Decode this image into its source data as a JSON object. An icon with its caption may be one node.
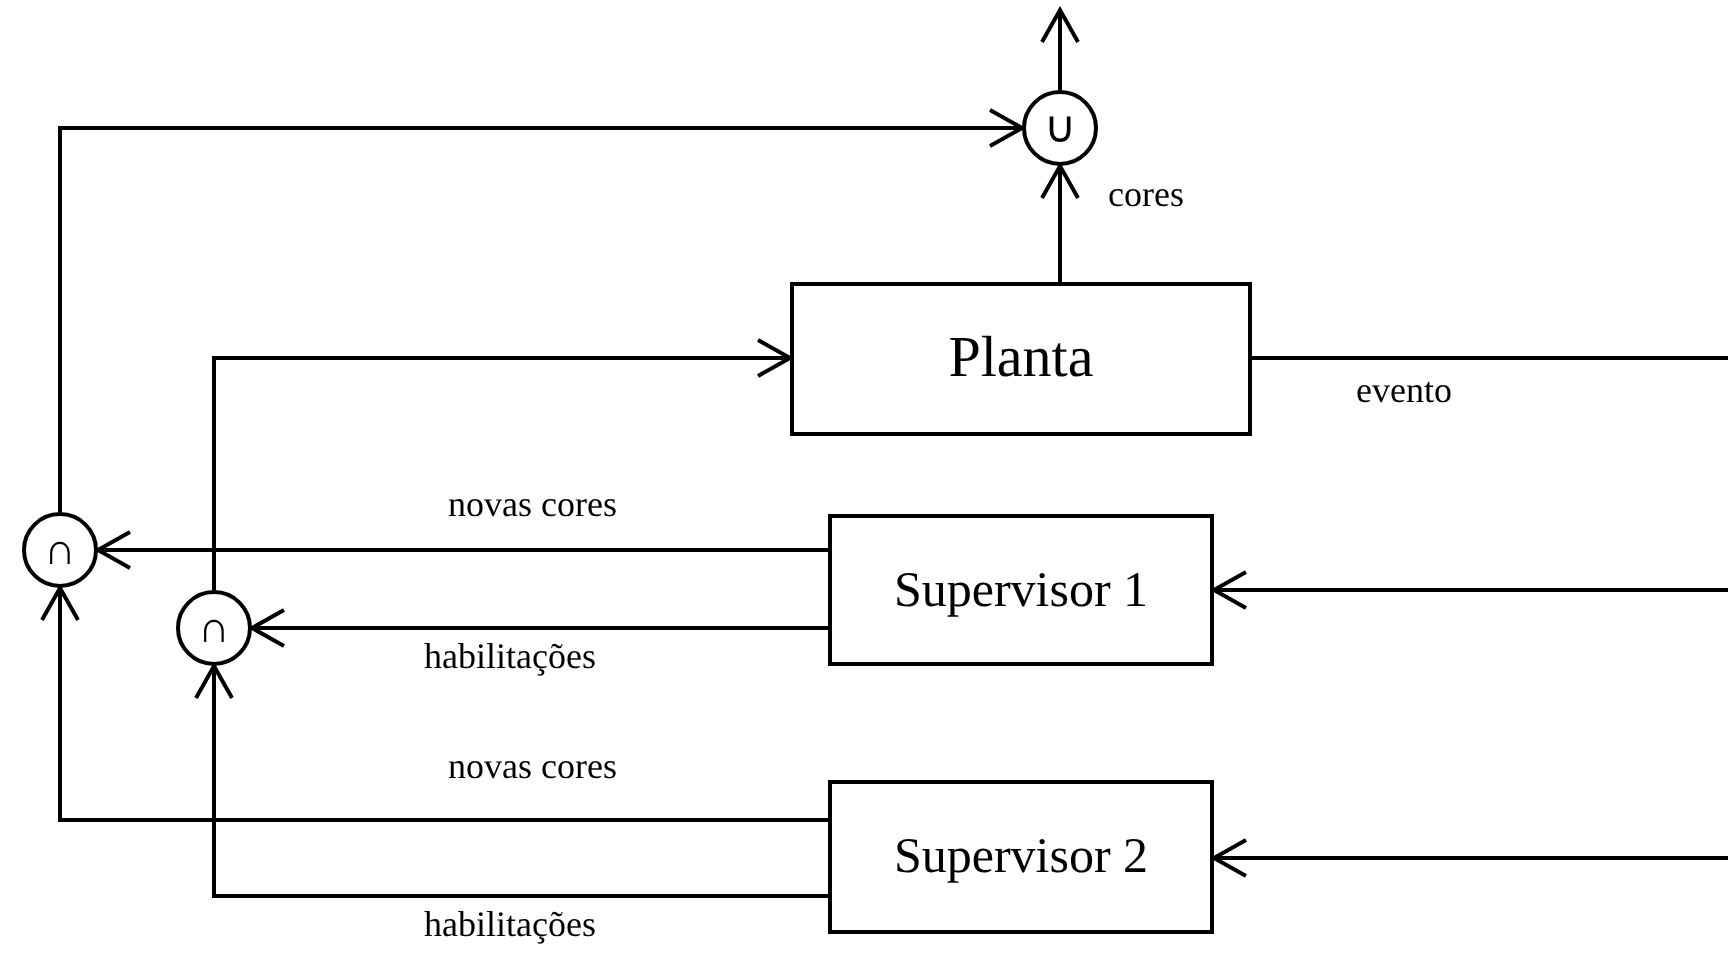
{
  "diagram": {
    "nodes": [
      {
        "text": [
          "∪"
        ]
      },
      {
        "text": [
          "Planta"
        ]
      },
      {
        "text": [
          "∩"
        ]
      },
      {
        "text": [
          "∩"
        ]
      },
      {
        "text": [
          "Supervisor 1"
        ]
      },
      {
        "text": [
          "Supervisor 2"
        ]
      }
    ],
    "edges": [
      {
        "from": 0,
        "to": null,
        "arrow": "to"
      },
      {
        "from": 2,
        "to": 0,
        "arrow": "to"
      },
      {
        "from": 1,
        "to": 0,
        "arrow": "to",
        "label": "cores"
      },
      {
        "from": 3,
        "to": 1,
        "arrow": "to"
      },
      {
        "from": 1,
        "to": null,
        "arrow": "none",
        "label": "evento"
      },
      {
        "from": 4,
        "to": 2,
        "arrow": "to",
        "label": "novas cores"
      },
      {
        "from": 4,
        "to": 3,
        "arrow": "to",
        "label": "habilitações"
      },
      {
        "from": 5,
        "to": 2,
        "arrow": "to",
        "label": "novas cores"
      },
      {
        "from": 5,
        "to": 3,
        "arrow": "to",
        "label": "habilitações"
      },
      {
        "from": null,
        "to": 4,
        "arrow": "to"
      },
      {
        "from": null,
        "to": 5,
        "arrow": "to"
      }
    ]
  }
}
